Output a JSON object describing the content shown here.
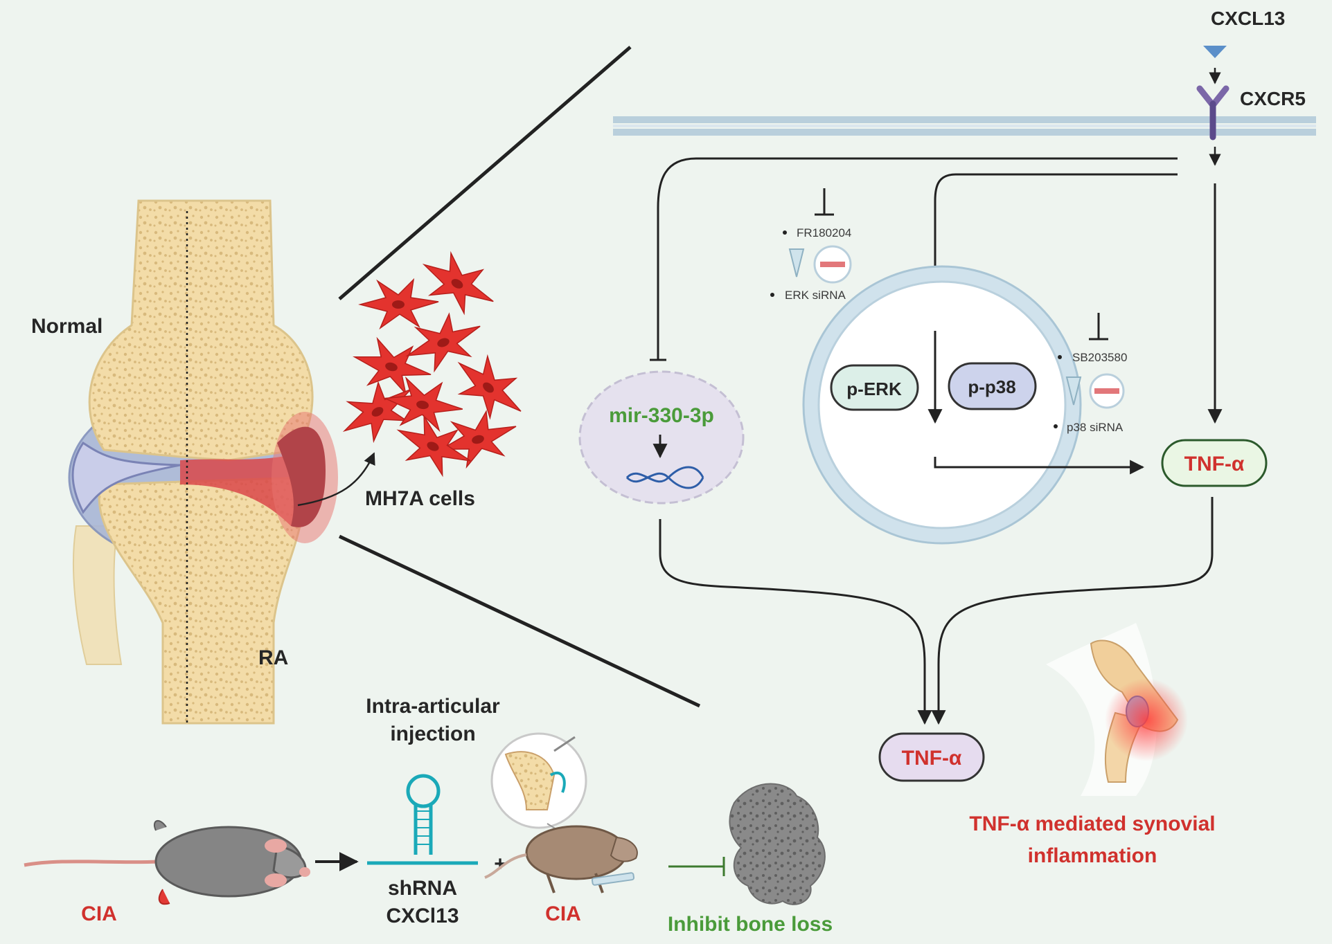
{
  "joint": {
    "normal_label": "Normal",
    "ra_label": "RA"
  },
  "cells": {
    "label": "MH7A cells"
  },
  "signaling": {
    "ligand": "CXCL13",
    "receptor": "CXCR5",
    "mirna": "mir-330-3p",
    "perk": "p-ERK",
    "pp38": "p-p38",
    "tnf_inner": "TNF-α",
    "tnf_outer": "TNF-α",
    "erk_inhibitor": "FR180204",
    "erk_sirna": "ERK siRNA",
    "p38_inhibitor": "SB203580",
    "p38_sirna": "p38  siRNA"
  },
  "outcome": {
    "line1": "TNF-α mediated synovial",
    "line2": "inflammation"
  },
  "experiment": {
    "injection_line1": "Intra-articular",
    "injection_line2": "injection",
    "cia_left": "CIA",
    "shrna_line1": "shRNA",
    "shrna_line2": "CXCl13",
    "cia_right": "CIA",
    "plus": "+",
    "result": "Inhibit bone loss"
  },
  "colors": {
    "background": "#eef4ef",
    "accent_red": "#d0312d",
    "accent_green": "#4a9b3a",
    "perk_fill": "#dcefe8",
    "pp38_fill": "#cdd3ec",
    "tnf_inner_fill": "#eaf6e4",
    "tnf_outer_fill": "#e6dcef",
    "membrane": "#b9cfdc",
    "cell_red": "#e3332e"
  }
}
